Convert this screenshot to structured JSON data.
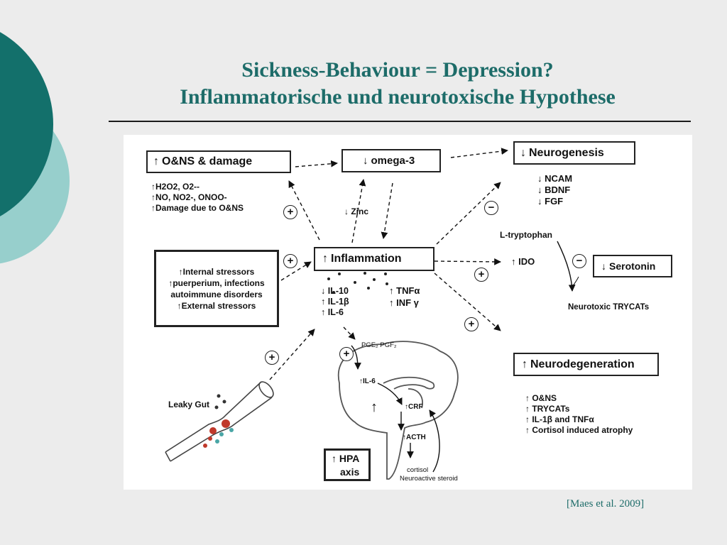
{
  "slide": {
    "title_line1": "Sickness-Behaviour = Depression?",
    "title_line2": "Inflammatorische und neurotoxische Hypothese",
    "citation": "[Maes et al. 2009]"
  },
  "diagram": {
    "onds_box": "O&NS & damage",
    "onds_list": [
      "H2O2, O2--",
      "NO, NO2-, ONOO-",
      "Damage due to O&NS"
    ],
    "omega_box": "omega-3",
    "zinc": "Zinc",
    "neurogenesis_box": "Neurogenesis",
    "neurogenesis_list": [
      "NCAM",
      "BDNF",
      "FGF"
    ],
    "stressors": [
      "Internal stressors",
      "puerperium, infections",
      "autoimmune disorders",
      "External stressors"
    ],
    "inflammation_box": "Inflammation",
    "cytokines_down": [
      "IL-10"
    ],
    "cytokines_up": [
      "IL-1β",
      "IL-6"
    ],
    "cytokines_right": [
      "TNFα",
      "INF γ"
    ],
    "tryptophan": "L-tryptophan",
    "ido": "IDO",
    "serotonin_box": "Serotonin",
    "trycats": "Neurotoxic TRYCATs",
    "neurodegeneration_box": "Neurodegeneration",
    "neurodegeneration_list": [
      "O&NS",
      "TRYCATs",
      "IL-1β and TNFα",
      "Cortisol induced atrophy"
    ],
    "leaky_gut": "Leaky Gut",
    "pge": "PGE₂ PGF₂",
    "brain_il6": "IL-6",
    "crf": "CRF",
    "acth": "ACTH",
    "cortisol": "cortisol",
    "neuroactive": "Neuroactive steroid",
    "hpa_line1": "HPA",
    "hpa_line2": "axis",
    "plus": "+",
    "minus": "−",
    "up": "↑",
    "down": "↓"
  }
}
